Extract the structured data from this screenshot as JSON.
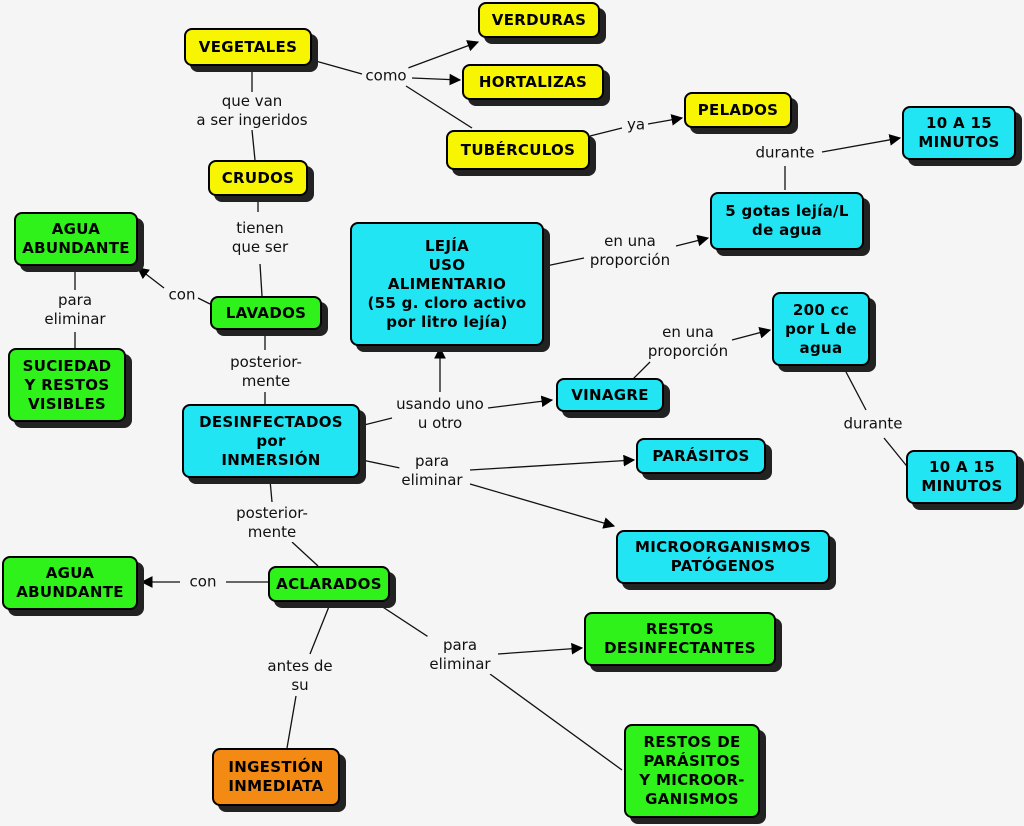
{
  "nodes": {
    "vegetales": "VEGETALES",
    "verduras": "VERDURAS",
    "hortalizas": "HORTALIZAS",
    "tuberculos": "TUBÉRCULOS",
    "pelados": "PELADOS",
    "diez_quince_1": "10 A 15\nMINUTOS",
    "crudos": "CRUDOS",
    "cinco_gotas": "5 gotas lejía/L\nde agua",
    "agua_abundante_1": "AGUA\nABUNDANTE",
    "lejia": "LEJÍA\nUSO\nALIMENTARIO\n(55 g. cloro activo\npor litro lejía)",
    "doscientos_cc": "200 cc\npor L de\nagua",
    "lavados": "LAVADOS",
    "suciedad": "SUCIEDAD\nY RESTOS\nVISIBLES",
    "vinagre": "VINAGRE",
    "desinfectados": "DESINFECTADOS\npor\nINMERSIÓN",
    "diez_quince_2": "10 A 15\nMINUTOS",
    "parasitos": "PARÁSITOS",
    "microorganismos": "MICROORGANISMOS\nPATÓGENOS",
    "agua_abundante_2": "AGUA\nABUNDANTE",
    "aclarados": "ACLARADOS",
    "restos_desinfectantes": "RESTOS\nDESINFECTANTES",
    "restos_parasitos": "RESTOS DE\nPARÁSITOS\nY MICROOR-\nGANISMOS",
    "ingestion": "INGESTIÓN\nINMEDIATA"
  },
  "links": {
    "como": "como",
    "que_van": "que van\na ser ingeridos",
    "ya": "ya",
    "durante_1": "durante",
    "tienen_que_ser": "tienen\nque ser",
    "en_una_proporcion_1": "en una\nproporción",
    "con_1": "con",
    "para_eliminar_1": "para\neliminar",
    "en_una_proporcion_2": "en una\nproporción",
    "posteriormente_1": "posterior-\nmente",
    "usando_uno_u_otro": "usando uno\nu otro",
    "durante_2": "durante",
    "para_eliminar_2": "para\neliminar",
    "posteriormente_2": "posterior-\nmente",
    "con_2": "con",
    "para_eliminar_3": "para\neliminar",
    "antes_de_su": "antes de\nsu"
  },
  "colors": {
    "yellow": "#f7f500",
    "cyan": "#21e5f3",
    "green": "#2ef21a",
    "orange": "#f38a14",
    "background": "#f5f5f5"
  }
}
